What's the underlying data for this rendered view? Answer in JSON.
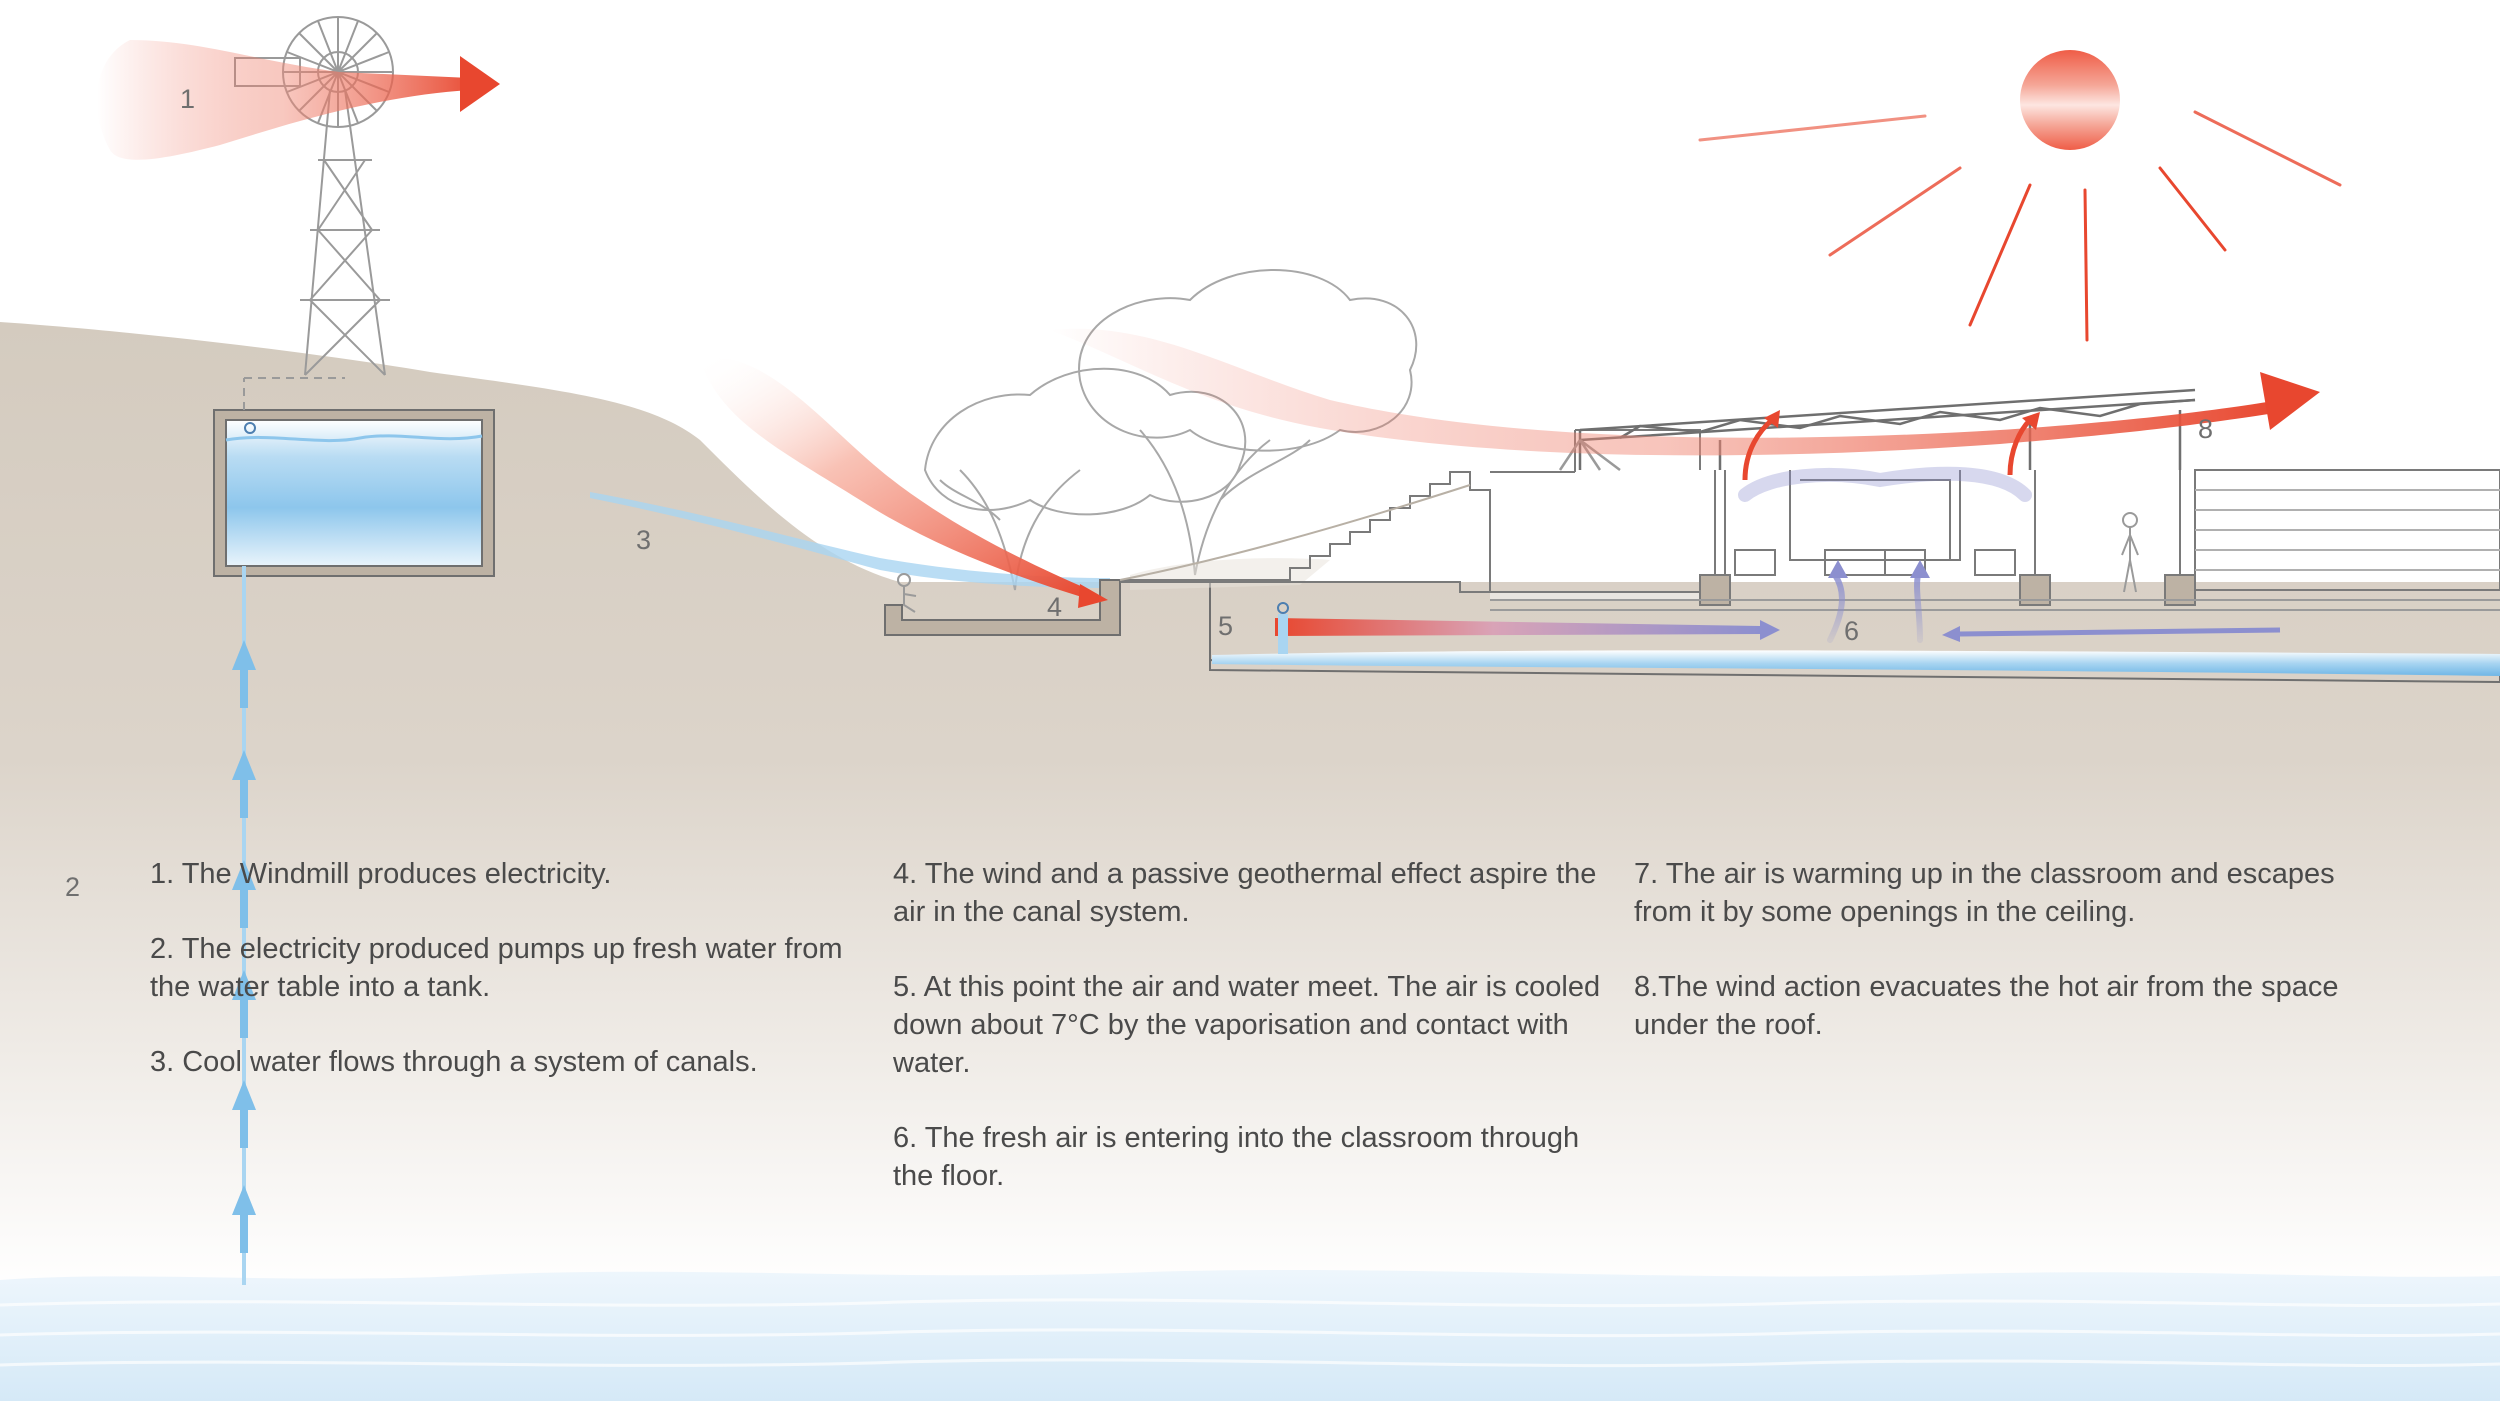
{
  "markers": {
    "m1": "1",
    "m2": "2",
    "m3": "3",
    "m4": "4",
    "m5": "5",
    "m6": "6",
    "m8": "8"
  },
  "notes": {
    "col1": [
      "1. The Windmill produces electricity.",
      "2. The electricity produced pumps up fresh water from the water table into a tank.",
      "3. Cool water flows through a system of canals."
    ],
    "col2": [
      "4. The wind and a passive geothermal effect aspire the air in the canal system.",
      "5. At this point the air and water meet. The air is cooled down about 7°C by the vaporisation and contact with water.",
      "6. The fresh air is entering into the classroom through the floor."
    ],
    "col3": [
      "7. The air is warming up in the classroom and escapes from it by some openings in the ceiling.",
      "8.The wind action evacuates the hot air from the space under the roof."
    ]
  },
  "colors": {
    "ground": "#d4cbbf",
    "water": "#bfe0f4",
    "hot_air": "#e8472f",
    "cool_air": "#8c8fcf",
    "text": "#4a4a4a",
    "line": "#8a8a8a"
  },
  "icons": {
    "windmill": "windmill-icon",
    "sun": "sun-icon",
    "tree": "tree-icon",
    "person": "person-icon",
    "water_tank": "water-tank-icon"
  }
}
